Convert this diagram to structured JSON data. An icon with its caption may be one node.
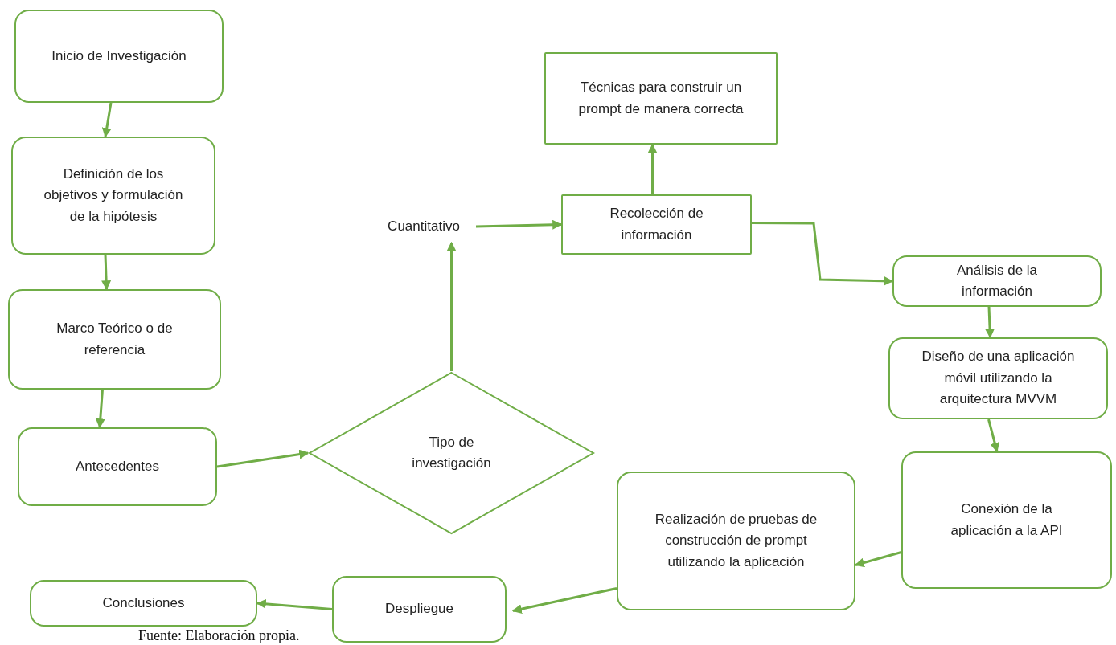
{
  "diagram": {
    "caption": "Fuente: Elaboración propia.",
    "nodes": [
      {
        "text": [
          "Inicio de Investigación"
        ]
      },
      {
        "text": [
          "Definición de los objetivos y formulación de la hipótesis"
        ]
      },
      {
        "text": [
          "Marco Teórico o de referencia"
        ]
      },
      {
        "text": [
          "Antecedentes"
        ]
      },
      {
        "text": [
          "Tipo de investigación"
        ]
      },
      {
        "text": [
          "Cuantitativo"
        ]
      },
      {
        "text": [
          "Recolección de información"
        ]
      },
      {
        "text": [
          "Técnicas para construir un prompt de manera correcta"
        ]
      },
      {
        "text": [
          "Análisis de la información"
        ]
      },
      {
        "text": [
          "Diseño de una aplicación móvil utilizando la arquitectura MVVM"
        ]
      },
      {
        "text": [
          "Conexión de la aplicación a la API"
        ]
      },
      {
        "text": [
          "Realización de pruebas de construcción de prompt utilizando la aplicación"
        ]
      },
      {
        "text": [
          "Despliegue"
        ]
      },
      {
        "text": [
          "Conclusiones"
        ]
      }
    ],
    "edges": [
      {
        "from": 0,
        "to": 1,
        "arrow": "to"
      },
      {
        "from": 1,
        "to": 2,
        "arrow": "to"
      },
      {
        "from": 2,
        "to": 3,
        "arrow": "to"
      },
      {
        "from": 3,
        "to": 4,
        "arrow": "to"
      },
      {
        "from": 4,
        "to": 5,
        "arrow": "to"
      },
      {
        "from": 5,
        "to": 6,
        "arrow": "to"
      },
      {
        "from": 6,
        "to": 7,
        "arrow": "to"
      },
      {
        "from": 6,
        "to": 8,
        "arrow": "to"
      },
      {
        "from": 8,
        "to": 9,
        "arrow": "to"
      },
      {
        "from": 9,
        "to": 10,
        "arrow": "to"
      },
      {
        "from": 10,
        "to": 11,
        "arrow": "to"
      },
      {
        "from": 11,
        "to": 12,
        "arrow": "to"
      },
      {
        "from": 12,
        "to": 13,
        "arrow": "to"
      }
    ]
  }
}
